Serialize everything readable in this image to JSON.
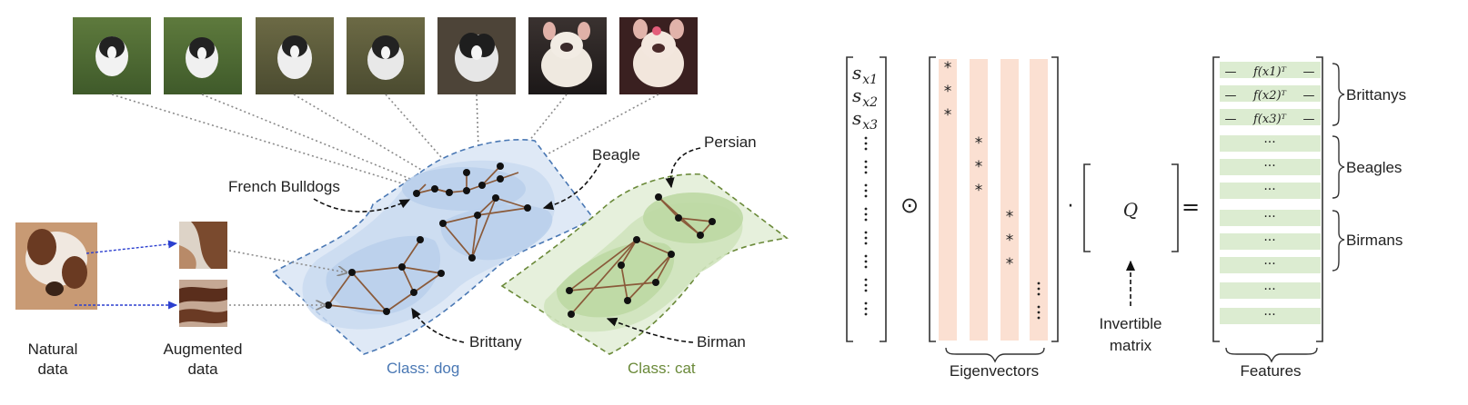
{
  "left_panel": {
    "labels": {
      "french_bulldogs": "French Bulldogs",
      "beagle": "Beagle",
      "persian": "Persian",
      "brittany": "Brittany",
      "birman": "Birman",
      "class_dog": "Class: dog",
      "class_cat": "Class: cat",
      "natural_data_1": "Natural",
      "natural_data_2": "data",
      "augmented_data_1": "Augmented",
      "augmented_data_2": "data"
    },
    "colors": {
      "dog_class": "#4a78b4",
      "cat_class": "#6b8a3a",
      "dog_fill_light": "#dfe9f6",
      "dog_fill_dark": "#c3d6ee",
      "cat_fill_light": "#e2eed6",
      "cat_fill_dark": "#c6deb1",
      "edge": "#8a5a3a",
      "node": "#111111"
    }
  },
  "right_panel": {
    "score_vector": [
      "s",
      "x1",
      "x2",
      "x3"
    ],
    "hadamard_symbol": "⊙",
    "dot_symbol": "·",
    "equals_symbol": "=",
    "matrix_q": "Q",
    "star": "*",
    "dots": "···",
    "feature_dash": "—",
    "feature_rows": [
      "f(x1)ᵀ",
      "f(x2)ᵀ",
      "f(x3)ᵀ"
    ],
    "labels": {
      "eigenvectors": "Eigenvectors",
      "invertible_1": "Invertible",
      "invertible_2": "matrix",
      "features": "Features",
      "brittanys": "Brittanys",
      "beagles": "Beagles",
      "birmans": "Birmans"
    },
    "colors": {
      "eigen_column": "#fbe0d2",
      "feature_row": "#dcecd1"
    }
  }
}
